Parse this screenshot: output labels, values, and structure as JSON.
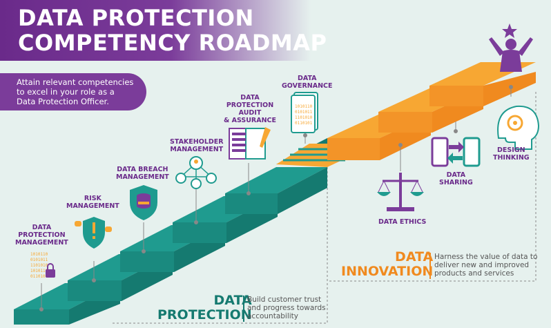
{
  "header": {
    "title_line1": "DATA PROTECTION",
    "title_line2": "COMPETENCY ROADMAP"
  },
  "intro": {
    "line1": "Attain relevant competencies",
    "line2": "to excel in your role as a",
    "line3": "Data Protection Officer."
  },
  "steps": [
    {
      "line1": "DATA",
      "line2": "PROTECTION",
      "line3": "MANAGEMENT"
    },
    {
      "line1": "RISK",
      "line2": "MANAGEMENT"
    },
    {
      "line1": "DATA BREACH",
      "line2": "MANAGEMENT"
    },
    {
      "line1": "STAKEHOLDER",
      "line2": "MANAGEMENT"
    },
    {
      "line1": "DATA",
      "line2": "PROTECTION",
      "line3": "AUDIT",
      "line4": "& ASSURANCE"
    },
    {
      "line1": "DATA",
      "line2": "GOVERNANCE"
    },
    {
      "line1": "DATA ETHICS"
    },
    {
      "line1": "DATA",
      "line2": "SHARING"
    },
    {
      "line1": "DESIGN",
      "line2": "THINKING"
    }
  ],
  "sections": {
    "protection": {
      "title_line1": "DATA",
      "title_line2": "PROTECTION",
      "desc_line1": "Build customer trust",
      "desc_line2": "and progress towards",
      "desc_line3": "accountability"
    },
    "innovation": {
      "title_line1": "DATA",
      "title_line2": "INNOVATION",
      "desc_line1": "Harness the value of data to",
      "desc_line2": "deliver new and improved",
      "desc_line3": "products and services"
    }
  },
  "colors": {
    "purple": "#7b3c9a",
    "teal": "#1f9b8f",
    "teal_dark": "#157a70",
    "orange": "#f7a733",
    "orange_dark": "#f08a1f",
    "background": "#e6f1ee"
  },
  "icons": [
    "binary-lock-icon",
    "shield-alert-icon",
    "shield-database-icon",
    "network-people-icon",
    "checklist-pen-icon",
    "document-binary-icon",
    "scales-icon",
    "devices-exchange-icon",
    "head-gear-icon",
    "person-star-icon"
  ]
}
